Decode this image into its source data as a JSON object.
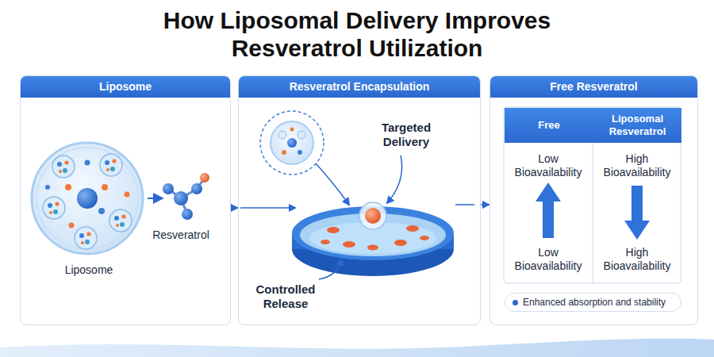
{
  "diagram": {
    "title": "How Liposomal Delivery Improves Resveratrol Utilization",
    "nodes": [
      {
        "text": [
          "Liposome"
        ]
      },
      {
        "text": [
          "Resveratrol Encapsulation"
        ]
      },
      {
        "text": [
          "Free Resveratrol"
        ]
      },
      {
        "text": [
          "Free"
        ],
        "in": 2
      },
      {
        "text": [
          "Liposomal Resveratrol"
        ],
        "in": 2
      },
      {
        "text": [
          "Enhanced absorption and stability"
        ],
        "in": 2
      }
    ],
    "edges": [
      {
        "from": 0,
        "to": 1,
        "arrow": "to"
      },
      {
        "from": 1,
        "to": 2,
        "arrow": "to"
      }
    ],
    "labels": [
      "Liposome",
      "Resveratrol",
      "Targeted Delivery",
      "Controlled Release",
      "Low Bioavailability",
      "High Bioavailability",
      "Low Bioavailability",
      "High Bioavailability"
    ]
  }
}
